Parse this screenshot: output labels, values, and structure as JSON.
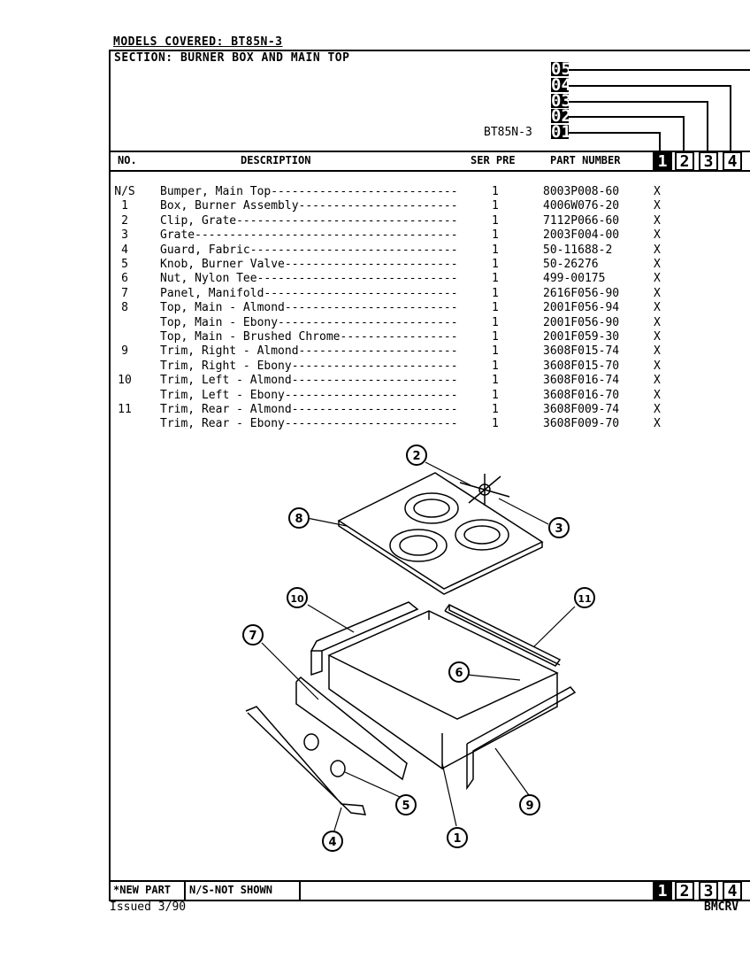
{
  "header": {
    "models_covered": "MODELS COVERED: BT85N-3",
    "section": "SECTION: BURNER BOX AND MAIN TOP",
    "model": "BT85N-3",
    "versions": [
      "05",
      "04",
      "03",
      "02",
      "01"
    ]
  },
  "columns": {
    "no": "NO.",
    "description": "DESCRIPTION",
    "ser_pre": "SER PRE",
    "part_number": "PART NUMBER",
    "model_cols": [
      "1",
      "2",
      "3",
      "4"
    ]
  },
  "parts": [
    {
      "no": "N/S",
      "desc": "Bumper, Main Top---------------------------",
      "qty": "1",
      "part": "8003P008-60",
      "mark": "X"
    },
    {
      "no": "1",
      "desc": "Box, Burner Assembly-----------------------",
      "qty": "1",
      "part": "4006W076-20",
      "mark": "X"
    },
    {
      "no": "2",
      "desc": "Clip, Grate--------------------------------",
      "qty": "1",
      "part": "7112P066-60",
      "mark": "X"
    },
    {
      "no": "3",
      "desc": "Grate--------------------------------------",
      "qty": "1",
      "part": "2003F004-00",
      "mark": "X"
    },
    {
      "no": "4",
      "desc": "Guard, Fabric------------------------------",
      "qty": "1",
      "part": "50-11688-2",
      "mark": "X"
    },
    {
      "no": "5",
      "desc": "Knob, Burner Valve-------------------------",
      "qty": "1",
      "part": "50-26276",
      "mark": "X"
    },
    {
      "no": "6",
      "desc": "Nut, Nylon Tee-----------------------------",
      "qty": "1",
      "part": "499-00175",
      "mark": "X"
    },
    {
      "no": "7",
      "desc": "Panel, Manifold----------------------------",
      "qty": "1",
      "part": "2616F056-90",
      "mark": "X"
    },
    {
      "no": "8",
      "desc": "Top, Main - Almond-------------------------",
      "qty": "1",
      "part": "2001F056-94",
      "mark": "X"
    },
    {
      "no": "",
      "desc": "Top, Main - Ebony--------------------------",
      "qty": "1",
      "part": "2001F056-90",
      "mark": "X"
    },
    {
      "no": "",
      "desc": "Top, Main - Brushed Chrome-----------------",
      "qty": "1",
      "part": "2001F059-30",
      "mark": "X"
    },
    {
      "no": "9",
      "desc": "Trim, Right - Almond-----------------------",
      "qty": "1",
      "part": "3608F015-74",
      "mark": "X"
    },
    {
      "no": "",
      "desc": "Trim, Right - Ebony------------------------",
      "qty": "1",
      "part": "3608F015-70",
      "mark": "X"
    },
    {
      "no": "10",
      "desc": "Trim, Left - Almond------------------------",
      "qty": "1",
      "part": "3608F016-74",
      "mark": "X"
    },
    {
      "no": "",
      "desc": "Trim, Left - Ebony-------------------------",
      "qty": "1",
      "part": "3608F016-70",
      "mark": "X"
    },
    {
      "no": "11",
      "desc": "Trim, Rear - Almond------------------------",
      "qty": "1",
      "part": "3608F009-74",
      "mark": "X"
    },
    {
      "no": "",
      "desc": "Trim, Rear - Ebony-------------------------",
      "qty": "1",
      "part": "3608F009-70",
      "mark": "X"
    }
  ],
  "diagram": {
    "callouts": [
      "1",
      "2",
      "3",
      "4",
      "5",
      "6",
      "7",
      "8",
      "9",
      "10",
      "11"
    ]
  },
  "footer": {
    "new_part": "*NEW PART",
    "not_shown": "N/S-NOT SHOWN",
    "issued": "Issued 3/90",
    "code": "BMCRV"
  }
}
